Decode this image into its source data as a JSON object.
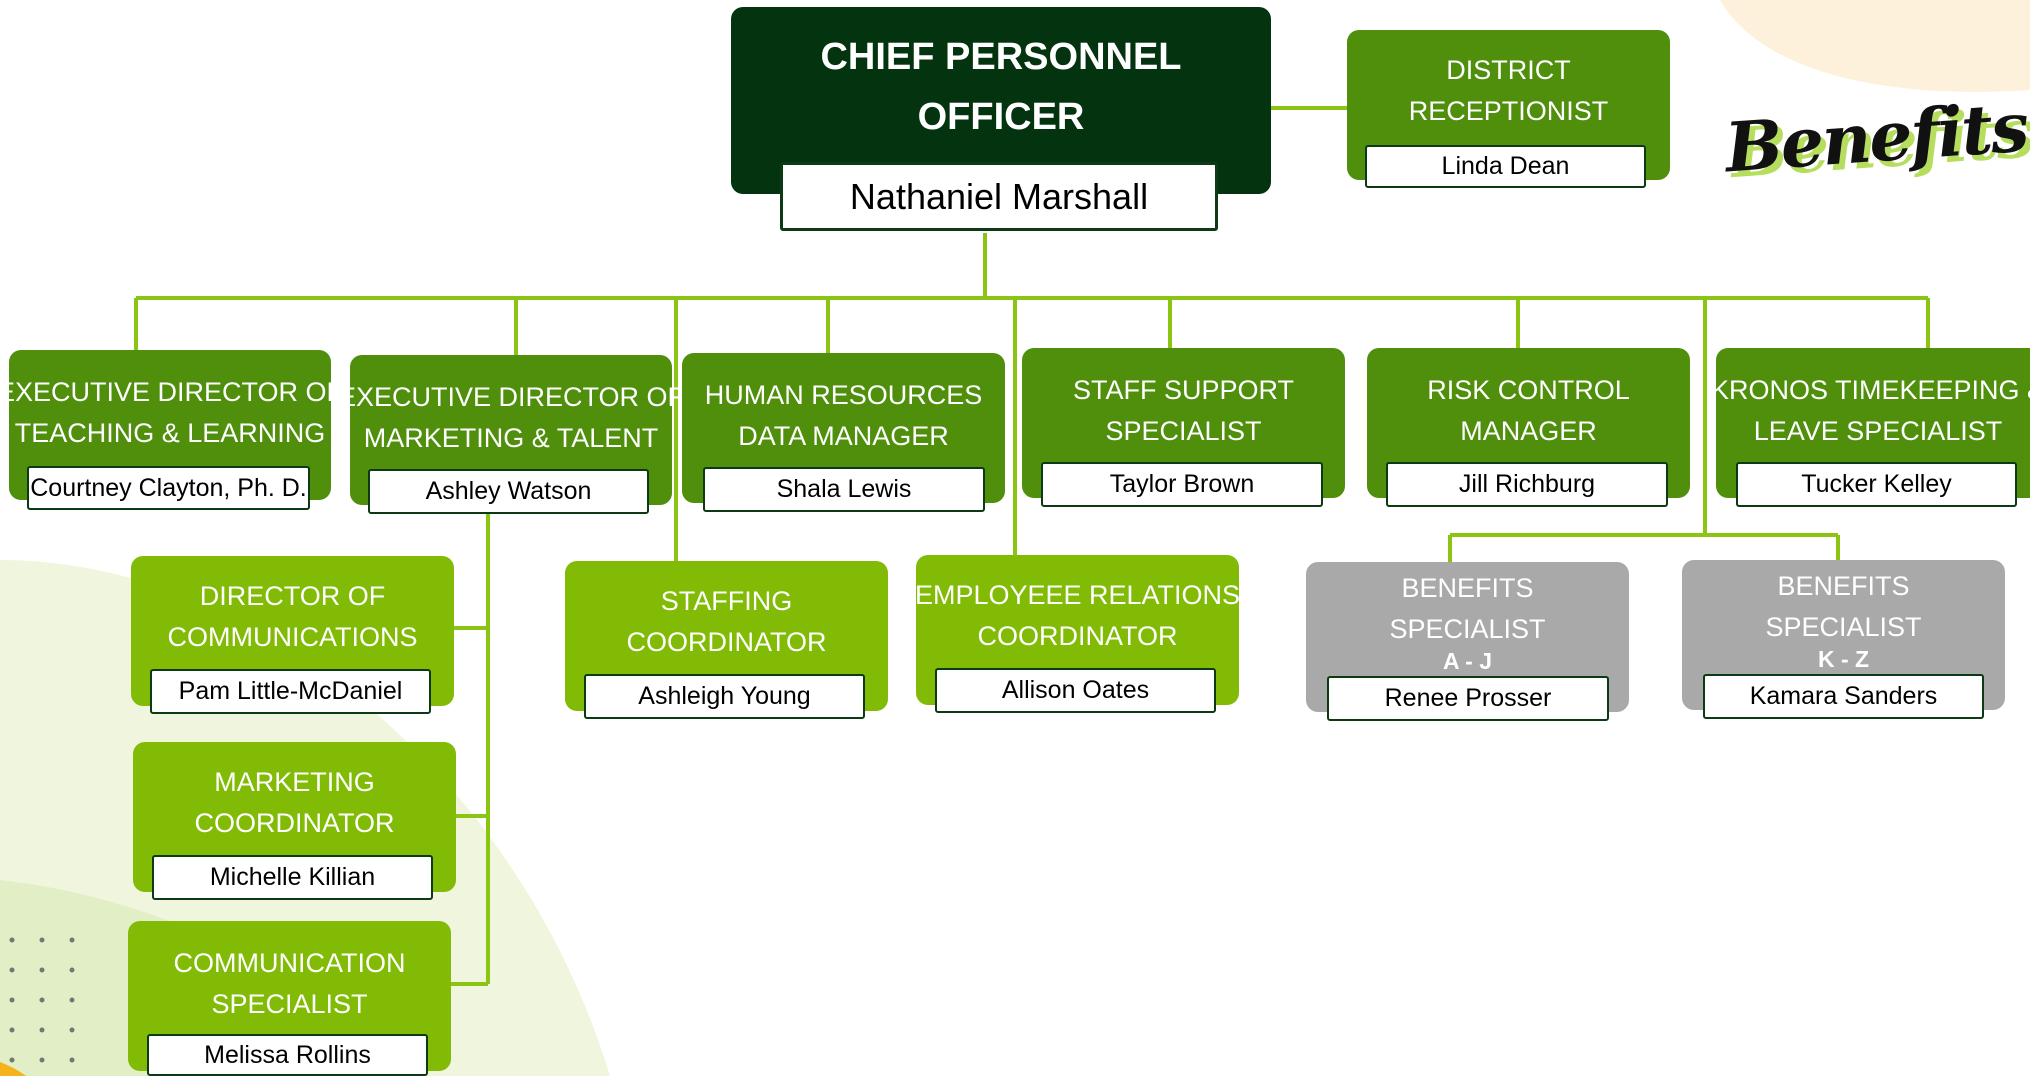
{
  "colors": {
    "dark_box": "#04330f",
    "mid_box": "#4f8f0c",
    "light_box": "#82bb05",
    "grey_box": "#a9a9a9",
    "connector": "#8cc414"
  },
  "logo": {
    "text": "Benefits"
  },
  "chief": {
    "title_lines": [
      "CHIEF PERSONNEL",
      "OFFICER"
    ],
    "name": "Nathaniel Marshall"
  },
  "receptionist": {
    "title_lines": [
      "DISTRICT",
      "RECEPTIONIST"
    ],
    "name": "Linda Dean"
  },
  "directs": [
    {
      "title_lines": [
        "EXECUTIVE DIRECTOR OF",
        "TEACHING & LEARNING"
      ],
      "name": "Courtney Clayton, Ph. D."
    },
    {
      "title_lines": [
        "EXECUTIVE DIRECTOR OF",
        "MARKETING & TALENT"
      ],
      "name": "Ashley Watson"
    },
    {
      "title_lines": [
        "HUMAN RESOURCES",
        "DATA MANAGER"
      ],
      "name": "Shala Lewis"
    },
    {
      "title_lines": [
        "STAFF SUPPORT",
        "SPECIALIST"
      ],
      "name": "Taylor Brown"
    },
    {
      "title_lines": [
        "RISK CONTROL",
        "MANAGER"
      ],
      "name": "Jill Richburg"
    },
    {
      "title_lines": [
        "KRONOS TIMEKEEPING &",
        "LEAVE SPECIALIST"
      ],
      "name": "Tucker Kelley"
    }
  ],
  "marketing_team": [
    {
      "title_lines": [
        "DIRECTOR OF",
        "COMMUNICATIONS"
      ],
      "name": "Pam Little-McDaniel"
    },
    {
      "title_lines": [
        "MARKETING",
        "COORDINATOR"
      ],
      "name": "Michelle Killian"
    },
    {
      "title_lines": [
        "COMMUNICATION",
        "SPECIALIST"
      ],
      "name": "Melissa Rollins"
    }
  ],
  "coordinators": [
    {
      "title_lines": [
        "STAFFING",
        "COORDINATOR"
      ],
      "name": "Ashleigh Young"
    },
    {
      "title_lines": [
        "EMPLOYEEE RELATIONS",
        "COORDINATOR"
      ],
      "name": "Allison Oates"
    }
  ],
  "benefits_specialists": [
    {
      "title_lines": [
        "BENEFITS",
        "SPECIALIST"
      ],
      "range": "A - J",
      "name": "Renee Prosser"
    },
    {
      "title_lines": [
        "BENEFITS",
        "SPECIALIST"
      ],
      "range": "K - Z",
      "name": "Kamara Sanders"
    }
  ]
}
